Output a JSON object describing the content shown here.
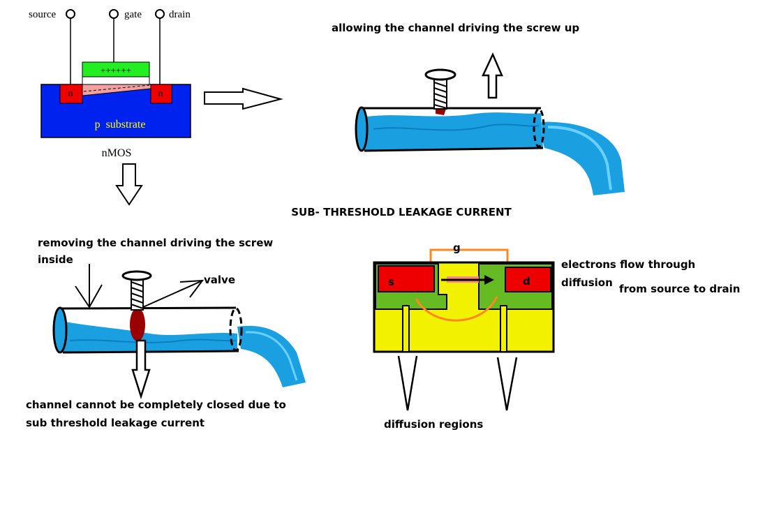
{
  "nmos": {
    "source_label": "source",
    "gate_label": "gate",
    "drain_label": "drain",
    "gate_charge": "++++++",
    "n_left": "n",
    "n_right": "n",
    "substrate_label": "p  substrate",
    "caption": "nMOS"
  },
  "title": "SUB- THRESHOLD LEAKAGE CURRENT",
  "pipe_top": {
    "caption": "allowing the channel driving the screw up"
  },
  "pipe_bottom": {
    "caption_line1": "removing the channel driving the screw",
    "caption_line2": "inside",
    "valve_label": "valve",
    "note_line1": "channel cannot be completely closed due to",
    "note_line2": "sub threshold leakage current"
  },
  "transistor": {
    "gate_label": "g",
    "source_label": "s",
    "drain_label": "d",
    "note_line1": "electrons flow through",
    "note_line2": "diffusion",
    "note_line3": "from source to drain",
    "regions_label": "diffusion regions"
  },
  "colors": {
    "substrate": "#0022ee",
    "n_region": "#ee0000",
    "gate": "#22ee22",
    "channel": "#f4a0a0",
    "water": "#1aa0e0",
    "valve": "#990000",
    "yellow": "#f2f200",
    "green": "#66bb22",
    "orange": "#ff8822"
  }
}
